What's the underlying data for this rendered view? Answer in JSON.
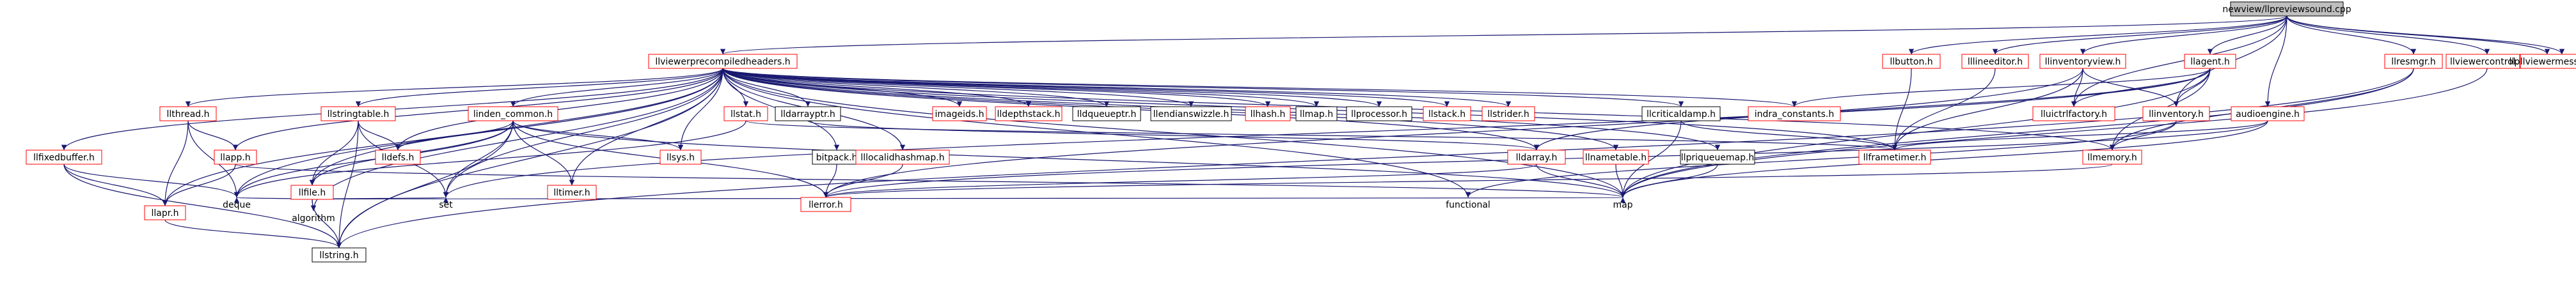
{
  "colors": {
    "background": "#ffffff",
    "edge": "#191970",
    "normal_border": "#000000",
    "missing_border": "#ff0000",
    "root_fill": "#bfbfbf",
    "node_fill": "#ffffff"
  },
  "graph": {
    "nodes": [
      {
        "id": "root",
        "label": "newview/llpreviewsound.cpp",
        "style": "root"
      },
      {
        "id": "pch",
        "label": "llviewerprecompiledheaders.h",
        "style": "missing"
      },
      {
        "id": "llbutton",
        "label": "llbutton.h",
        "style": "missing"
      },
      {
        "id": "lllineeditor",
        "label": "lllineeditor.h",
        "style": "missing"
      },
      {
        "id": "llinventoryview",
        "label": "llinventoryview.h",
        "style": "missing"
      },
      {
        "id": "llagent",
        "label": "llagent.h",
        "style": "missing"
      },
      {
        "id": "llresmgr",
        "label": "llresmgr.h",
        "style": "missing"
      },
      {
        "id": "llviewercontrol",
        "label": "llviewercontrol.h",
        "style": "missing"
      },
      {
        "id": "llpreviewsound",
        "label": "llpreviewsound.h",
        "style": "missing"
      },
      {
        "id": "llviewermessage",
        "label": "llviewermessage.h",
        "style": "missing"
      },
      {
        "id": "llfixedbuffer",
        "label": "llfixedbuffer.h",
        "style": "missing"
      },
      {
        "id": "llthread",
        "label": "llthread.h",
        "style": "missing"
      },
      {
        "id": "llstringtable",
        "label": "llstringtable.h",
        "style": "missing"
      },
      {
        "id": "lindencommon",
        "label": "linden_common.h",
        "style": "missing"
      },
      {
        "id": "llstat",
        "label": "llstat.h",
        "style": "missing"
      },
      {
        "id": "lldarrayptr",
        "label": "lldarrayptr.h",
        "style": "normal"
      },
      {
        "id": "imageids",
        "label": "imageids.h",
        "style": "missing"
      },
      {
        "id": "lldepthstack",
        "label": "lldepthstack.h",
        "style": "missing"
      },
      {
        "id": "lldqueueptr",
        "label": "lldqueueptr.h",
        "style": "normal"
      },
      {
        "id": "llendianswizzle",
        "label": "llendianswizzle.h",
        "style": "normal"
      },
      {
        "id": "llhash",
        "label": "llhash.h",
        "style": "missing"
      },
      {
        "id": "llmap",
        "label": "llmap.h",
        "style": "normal"
      },
      {
        "id": "llprocessor",
        "label": "llprocessor.h",
        "style": "normal"
      },
      {
        "id": "llstack",
        "label": "llstack.h",
        "style": "missing"
      },
      {
        "id": "llstrider",
        "label": "llstrider.h",
        "style": "missing"
      },
      {
        "id": "llcriticaldamp",
        "label": "llcriticaldamp.h",
        "style": "normal"
      },
      {
        "id": "indraconstants",
        "label": "indra_constants.h",
        "style": "missing"
      },
      {
        "id": "lluictrlfactory",
        "label": "lluictrlfactory.h",
        "style": "missing"
      },
      {
        "id": "llinventory",
        "label": "llinventory.h",
        "style": "missing"
      },
      {
        "id": "audioengine",
        "label": "audioengine.h",
        "style": "missing"
      },
      {
        "id": "llapp",
        "label": "llapp.h",
        "style": "missing"
      },
      {
        "id": "llfile",
        "label": "llfile.h",
        "style": "missing"
      },
      {
        "id": "lldefs",
        "label": "lldefs.h",
        "style": "missing"
      },
      {
        "id": "lltimer",
        "label": "lltimer.h",
        "style": "missing"
      },
      {
        "id": "llsys",
        "label": "llsys.h",
        "style": "missing"
      },
      {
        "id": "bitpack",
        "label": "bitpack.h",
        "style": "normal"
      },
      {
        "id": "lllocalidhashmap",
        "label": "lllocalidhashmap.h",
        "style": "missing"
      },
      {
        "id": "lldarray",
        "label": "lldarray.h",
        "style": "missing"
      },
      {
        "id": "llframetimer",
        "label": "llframetimer.h",
        "style": "missing"
      },
      {
        "id": "llnametable",
        "label": "llnametable.h",
        "style": "missing"
      },
      {
        "id": "llpriqueuemap",
        "label": "llpriqueuemap.h",
        "style": "normal"
      },
      {
        "id": "llmemory",
        "label": "llmemory.h",
        "style": "missing"
      },
      {
        "id": "llapr",
        "label": "llapr.h",
        "style": "missing"
      },
      {
        "id": "deque",
        "label": "deque",
        "style": "plain"
      },
      {
        "id": "algorithm",
        "label": "algorithm",
        "style": "plain"
      },
      {
        "id": "set",
        "label": "set",
        "style": "plain"
      },
      {
        "id": "llerror",
        "label": "llerror.h",
        "style": "missing"
      },
      {
        "id": "functional",
        "label": "functional",
        "style": "plain"
      },
      {
        "id": "map",
        "label": "map",
        "style": "plain"
      },
      {
        "id": "llstring",
        "label": "llstring.h",
        "style": "normal"
      }
    ],
    "edges": [
      [
        "root",
        "pch"
      ],
      [
        "root",
        "llbutton"
      ],
      [
        "root",
        "lllineeditor"
      ],
      [
        "root",
        "llinventoryview"
      ],
      [
        "root",
        "llagent"
      ],
      [
        "root",
        "llresmgr"
      ],
      [
        "root",
        "llviewercontrol"
      ],
      [
        "root",
        "llpreviewsound"
      ],
      [
        "root",
        "llviewermessage"
      ],
      [
        "root",
        "audioengine"
      ],
      [
        "root",
        "llinventory"
      ],
      [
        "root",
        "lluictrlfactory"
      ],
      [
        "pch",
        "llfixedbuffer"
      ],
      [
        "pch",
        "llthread"
      ],
      [
        "pch",
        "llstringtable"
      ],
      [
        "pch",
        "lindencommon"
      ],
      [
        "pch",
        "llstat"
      ],
      [
        "pch",
        "lldarrayptr"
      ],
      [
        "pch",
        "imageids"
      ],
      [
        "pch",
        "lldepthstack"
      ],
      [
        "pch",
        "lldqueueptr"
      ],
      [
        "pch",
        "llendianswizzle"
      ],
      [
        "pch",
        "llhash"
      ],
      [
        "pch",
        "llmap"
      ],
      [
        "pch",
        "llprocessor"
      ],
      [
        "pch",
        "llstack"
      ],
      [
        "pch",
        "llstrider"
      ],
      [
        "pch",
        "llcriticaldamp"
      ],
      [
        "pch",
        "indraconstants"
      ],
      [
        "pch",
        "llapp"
      ],
      [
        "pch",
        "llfile"
      ],
      [
        "pch",
        "lldefs"
      ],
      [
        "pch",
        "lltimer"
      ],
      [
        "pch",
        "llsys"
      ],
      [
        "pch",
        "bitpack"
      ],
      [
        "pch",
        "lllocalidhashmap"
      ],
      [
        "pch",
        "lldarray"
      ],
      [
        "pch",
        "llnametable"
      ],
      [
        "pch",
        "llpriqueuemap"
      ],
      [
        "pch",
        "llframetimer"
      ],
      [
        "pch",
        "llmemory"
      ],
      [
        "pch",
        "llapr"
      ],
      [
        "pch",
        "deque"
      ],
      [
        "pch",
        "algorithm"
      ],
      [
        "pch",
        "set"
      ],
      [
        "pch",
        "functional"
      ],
      [
        "pch",
        "map"
      ],
      [
        "pch",
        "llstring"
      ],
      [
        "llbutton",
        "llframetimer"
      ],
      [
        "lllineeditor",
        "llframetimer"
      ],
      [
        "llinventoryview",
        "lluictrlfactory"
      ],
      [
        "llinventoryview",
        "llinventory"
      ],
      [
        "llinventoryview",
        "llerror"
      ],
      [
        "llinventoryview",
        "llframetimer"
      ],
      [
        "llagent",
        "indraconstants"
      ],
      [
        "llagent",
        "llinventory"
      ],
      [
        "llagent",
        "lluictrlfactory"
      ],
      [
        "llagent",
        "lldarray"
      ],
      [
        "llagent",
        "llmemory"
      ],
      [
        "llagent",
        "map"
      ],
      [
        "llagent",
        "set"
      ],
      [
        "llresmgr",
        "llmemory"
      ],
      [
        "llresmgr",
        "llstring"
      ],
      [
        "llresmgr",
        "map"
      ],
      [
        "llviewercontrol",
        "map"
      ],
      [
        "audioengine",
        "llframetimer"
      ],
      [
        "audioengine",
        "map"
      ],
      [
        "audioengine",
        "llerror"
      ],
      [
        "llinventory",
        "llmemory"
      ],
      [
        "llinventory",
        "functional"
      ],
      [
        "llmemory",
        "llerror"
      ],
      [
        "llfixedbuffer",
        "llstring"
      ],
      [
        "llfixedbuffer",
        "deque"
      ],
      [
        "llfixedbuffer",
        "llapr"
      ],
      [
        "llthread",
        "llapp"
      ],
      [
        "llthread",
        "llapr"
      ],
      [
        "llthread",
        "deque"
      ],
      [
        "llstringtable",
        "llfile"
      ],
      [
        "llstringtable",
        "lldefs"
      ],
      [
        "llstringtable",
        "llstring"
      ],
      [
        "llstringtable",
        "set"
      ],
      [
        "lindencommon",
        "lldefs"
      ],
      [
        "lindencommon",
        "lltimer"
      ],
      [
        "lindencommon",
        "llsys"
      ],
      [
        "lindencommon",
        "llfile"
      ],
      [
        "lindencommon",
        "llerror"
      ],
      [
        "lindencommon",
        "llstring"
      ],
      [
        "lindencommon",
        "deque"
      ],
      [
        "lindencommon",
        "map"
      ],
      [
        "lindencommon",
        "set"
      ],
      [
        "llstat",
        "llframetimer"
      ],
      [
        "llstat",
        "deque"
      ],
      [
        "lldarrayptr",
        "lldarray"
      ],
      [
        "llcriticaldamp",
        "llframetimer"
      ],
      [
        "llcriticaldamp",
        "map"
      ],
      [
        "llapp",
        "llapr"
      ],
      [
        "llapp",
        "map"
      ],
      [
        "llfile",
        "algorithm"
      ],
      [
        "llfile",
        "deque"
      ],
      [
        "llfile",
        "llstring"
      ],
      [
        "llfile",
        "map"
      ],
      [
        "llfile",
        "set"
      ],
      [
        "bitpack",
        "llerror"
      ],
      [
        "lllocalidhashmap",
        "llerror"
      ],
      [
        "lldarray",
        "llerror"
      ],
      [
        "lldarray",
        "map"
      ],
      [
        "llnametable",
        "map"
      ],
      [
        "llpriqueuemap",
        "map"
      ],
      [
        "llapr",
        "llstring"
      ]
    ]
  }
}
